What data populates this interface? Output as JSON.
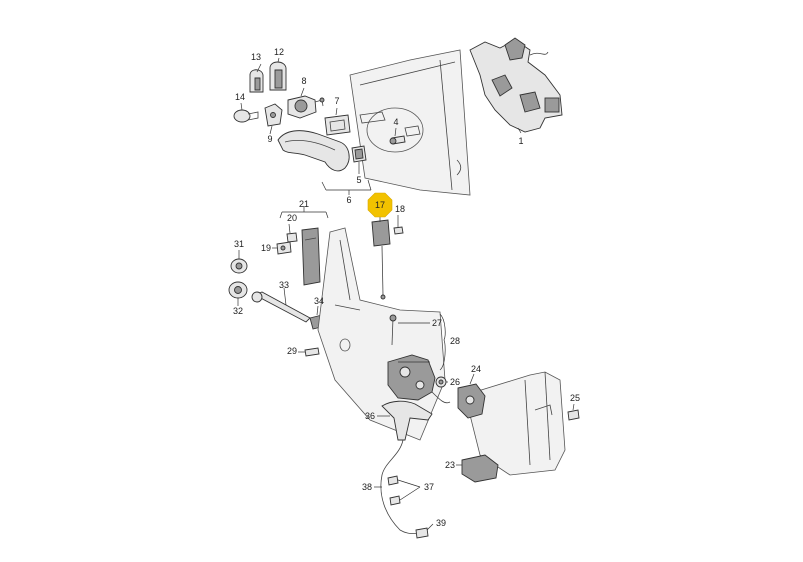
{
  "callouts": {
    "c1": "1",
    "c4": "4",
    "c5": "5",
    "c6": "6",
    "c7": "7",
    "c8": "8",
    "c9": "9",
    "c12": "12",
    "c13": "13",
    "c14": "14",
    "c17": "17",
    "c18": "18",
    "c19": "19",
    "c20": "20",
    "c21": "21",
    "c23": "23",
    "c24": "24",
    "c25": "25",
    "c26": "26",
    "c27": "27",
    "c28": "28",
    "c29": "29",
    "c31": "31",
    "c32": "32",
    "c33": "33",
    "c34": "34",
    "c36": "36",
    "c37": "37",
    "c38": "38",
    "c39": "39"
  },
  "colors": {
    "highlight": "#f2c200",
    "line": "#333333",
    "part_fill": "#e6e6e6"
  }
}
